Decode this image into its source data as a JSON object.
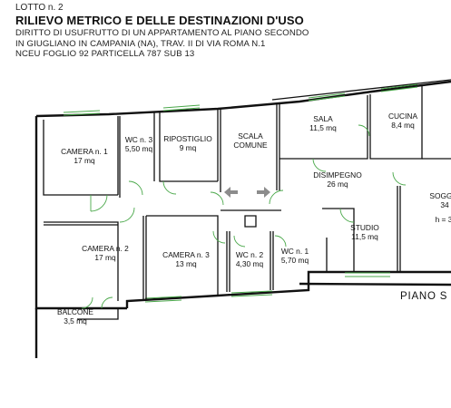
{
  "header": {
    "lotto": "LOTTO n. 2",
    "title": "RILIEVO METRICO E DELLE DESTINAZIONI D'USO",
    "line1": "DIRITTO DI USUFRUTTO DI  UN APPARTAMENTO AL PIANO SECONDO",
    "line2": "IN GIUGLIANO IN CAMPANIA (NA), TRAV. II DI VIA ROMA N.1",
    "line3": "NCEU FOGLIO 92 PARTICELLA 787 SUB 13"
  },
  "rooms": {
    "camera1": {
      "name": "CAMERA n. 1",
      "area": "17 mq"
    },
    "wc3": {
      "name": "WC n. 3",
      "area": "5,50 mq"
    },
    "ripostiglio": {
      "name": "RIPOSTIGLIO",
      "area": "9 mq"
    },
    "scala": {
      "name": "SCALA",
      "area": "COMUNE"
    },
    "sala": {
      "name": "SALA",
      "area": "11,5 mq"
    },
    "cucina": {
      "name": "CUCINA",
      "area": "8,4 mq"
    },
    "disimpegno": {
      "name": "DISIMPEGNO",
      "area": "26 mq"
    },
    "soggiorno": {
      "name": "SOGG",
      "area": "34",
      "height": "h = 3"
    },
    "camera2": {
      "name": "CAMERA n. 2",
      "area": "17 mq"
    },
    "camera3": {
      "name": "CAMERA n. 3",
      "area": "13 mq"
    },
    "wc2": {
      "name": "WC n. 2",
      "area": "4,30 mq"
    },
    "wc1": {
      "name": "WC n. 1",
      "area": "5,70 mq"
    },
    "studio": {
      "name": "STUDIO",
      "area": "11,5 mq"
    },
    "balcone": {
      "name": "BALCONE",
      "area": "3,5 mq"
    }
  },
  "footer": {
    "floor_label": "PIANO S"
  },
  "colors": {
    "walls": "#111111",
    "windows": "#4aa84a",
    "arrows": "#8c8c8c"
  }
}
